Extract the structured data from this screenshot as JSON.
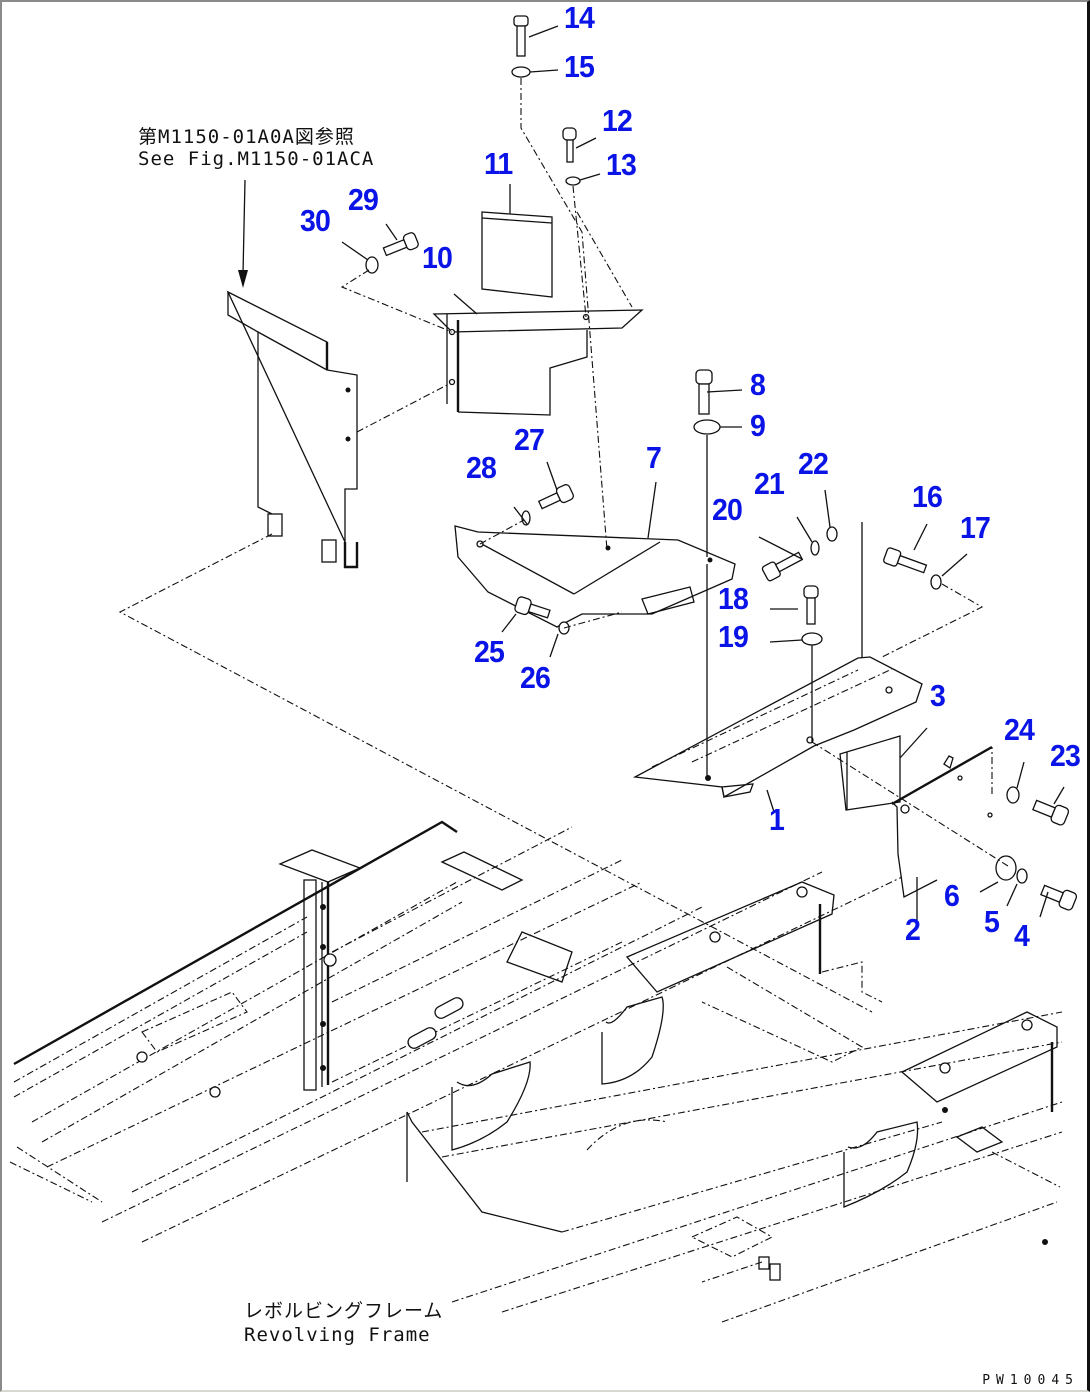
{
  "diagram": {
    "reference_note": {
      "jp": "第M1150-01A0A図参照",
      "en": "See Fig.M1150-01ACA"
    },
    "frame_note": {
      "jp": "レボルビングフレーム",
      "en": "Revolving Frame"
    },
    "drawing_code": "PW10045",
    "label_color": "#0a14e6",
    "part_labels": {
      "p1": "1",
      "p2": "2",
      "p3": "3",
      "p4": "4",
      "p5": "5",
      "p6": "6",
      "p7": "7",
      "p8": "8",
      "p9": "9",
      "p10": "10",
      "p11": "11",
      "p12": "12",
      "p13": "13",
      "p14": "14",
      "p15": "15",
      "p16": "16",
      "p17": "17",
      "p18": "18",
      "p19": "19",
      "p20": "20",
      "p21": "21",
      "p22": "22",
      "p23": "23",
      "p24": "24",
      "p25": "25",
      "p26": "26",
      "p27": "27",
      "p28": "28",
      "p29": "29",
      "p30": "30"
    }
  }
}
